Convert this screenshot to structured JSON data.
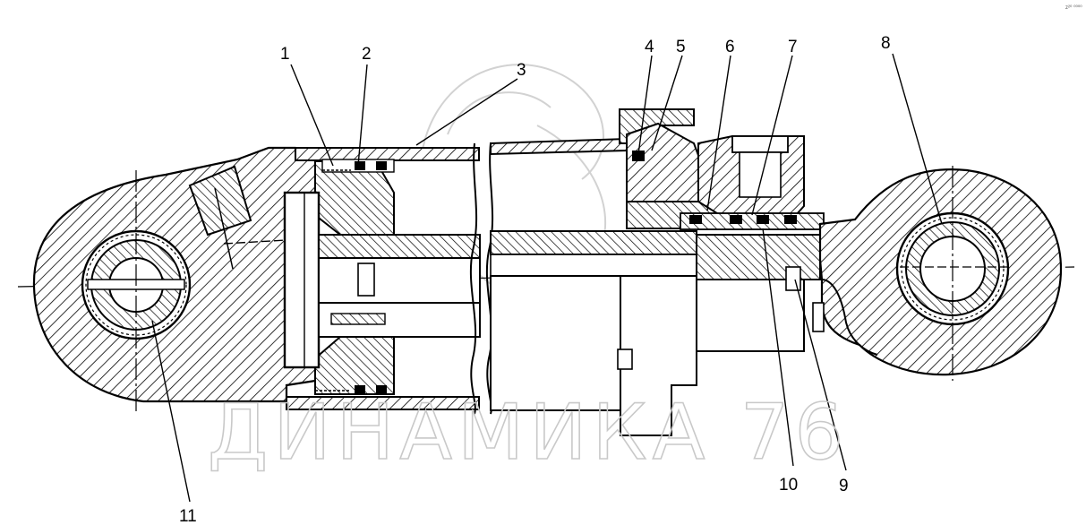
{
  "diagram": {
    "corner_mark": "z²⁰ ⁰⁰⁰⁰",
    "watermark": "ДИНАМИКА 76",
    "callouts": [
      {
        "id": "1",
        "text": "1"
      },
      {
        "id": "2",
        "text": "2"
      },
      {
        "id": "3",
        "text": "3"
      },
      {
        "id": "4",
        "text": "4"
      },
      {
        "id": "5",
        "text": "5"
      },
      {
        "id": "6",
        "text": "6"
      },
      {
        "id": "7",
        "text": "7"
      },
      {
        "id": "8",
        "text": "8"
      },
      {
        "id": "9",
        "text": "9"
      },
      {
        "id": "10",
        "text": "10"
      },
      {
        "id": "11",
        "text": "11"
      }
    ]
  },
  "colors": {
    "ink": "#000000",
    "background": "#ffffff",
    "watermark": "#c9c9c9"
  }
}
